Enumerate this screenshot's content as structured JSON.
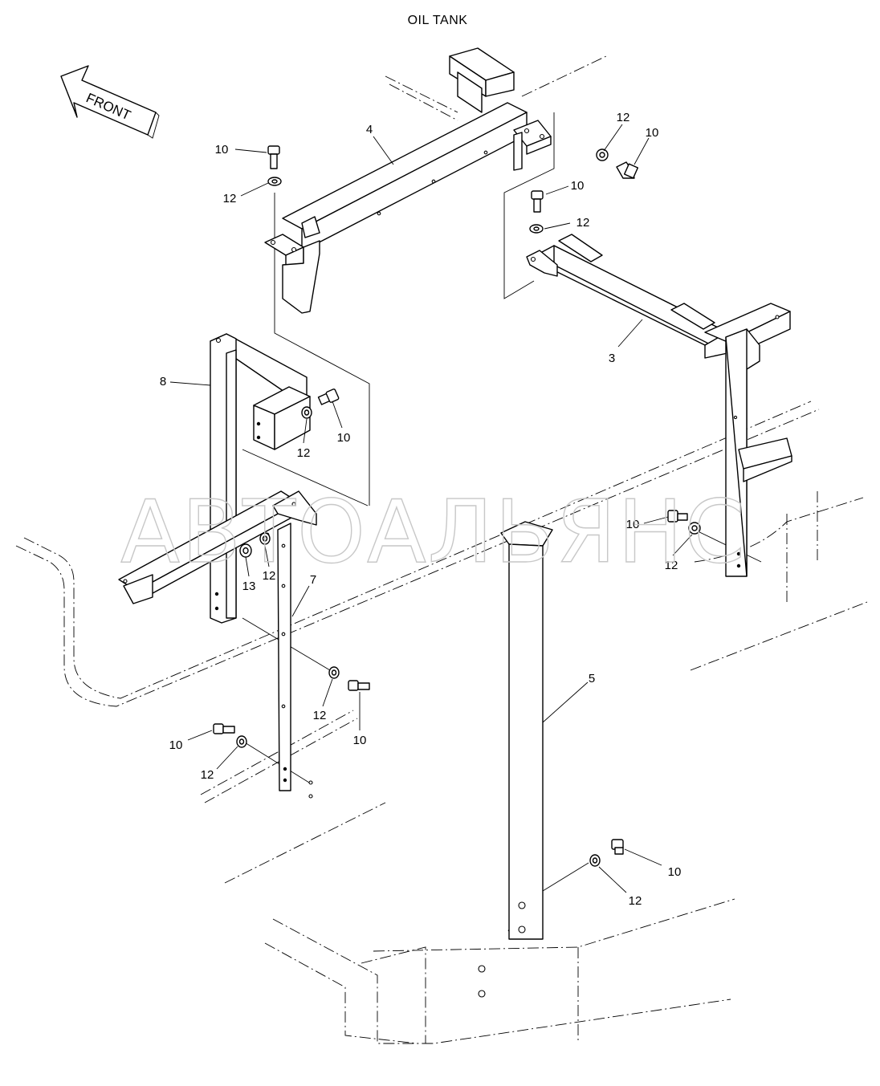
{
  "title": "OIL TANK",
  "front_arrow": {
    "label": "FRONT"
  },
  "watermark": "АВТОАЛЬЯНС",
  "callouts": [
    "4",
    "10",
    "12",
    "12",
    "10",
    "10",
    "12",
    "3",
    "8",
    "12",
    "10",
    "10",
    "12",
    "13",
    "12",
    "7",
    "12",
    "10",
    "10",
    "12",
    "5",
    "10",
    "12"
  ]
}
